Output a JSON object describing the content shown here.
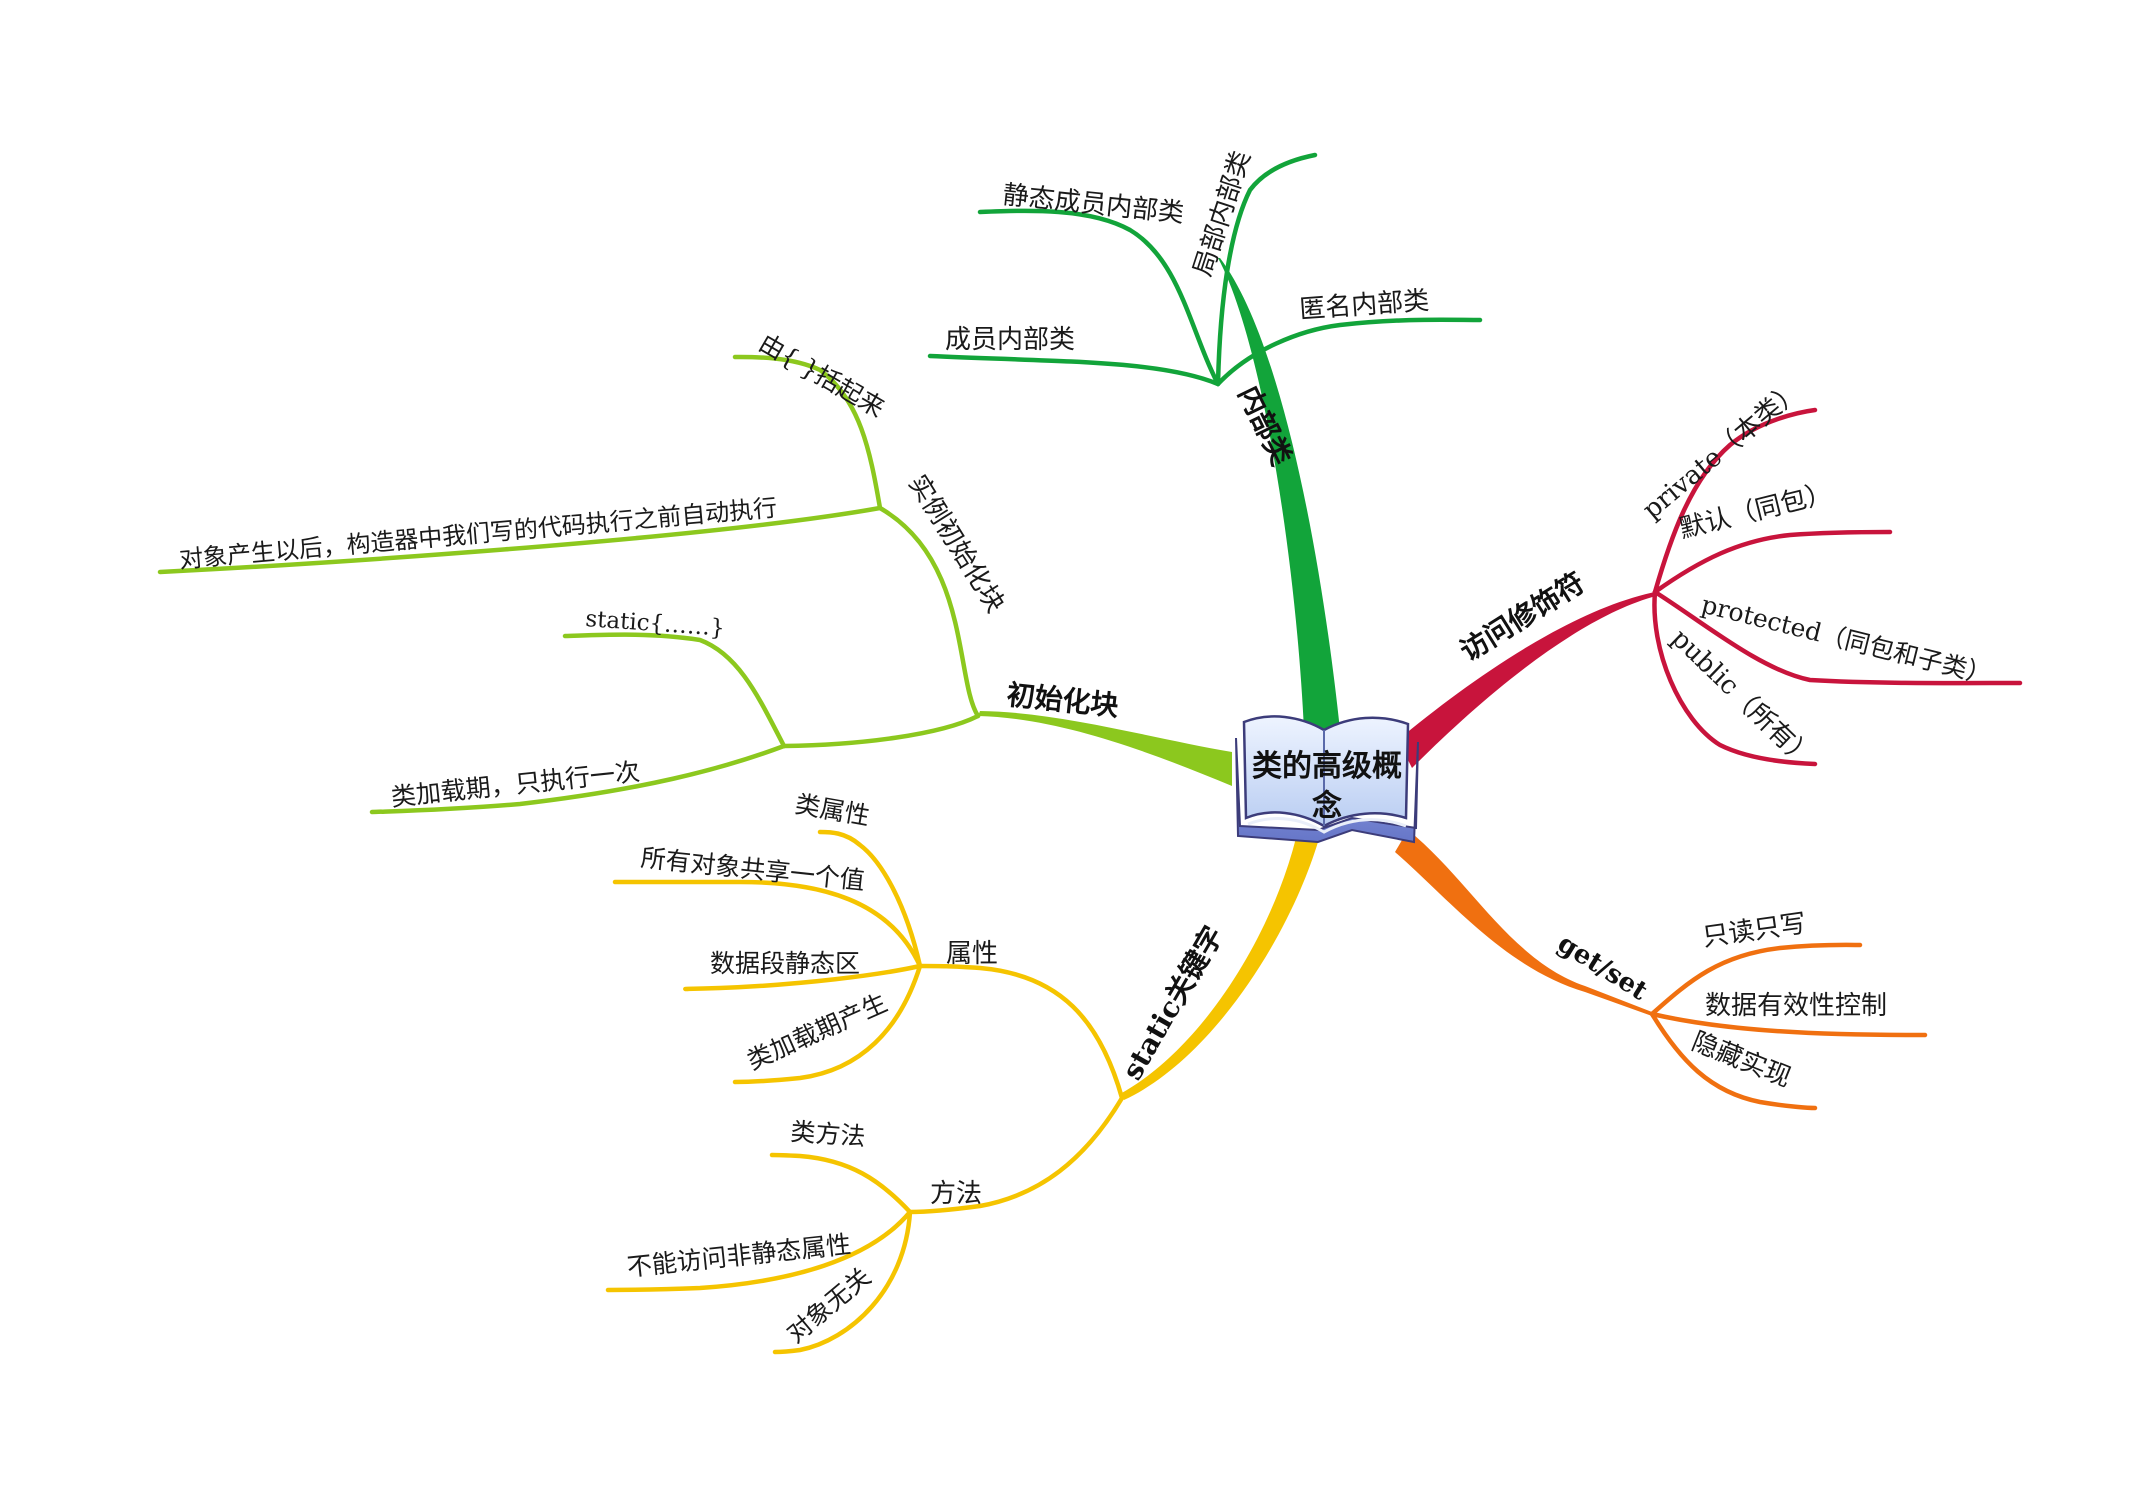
{
  "center": {
    "title_line1": "类的高级概",
    "title_line2": "念"
  },
  "branches": {
    "inner_class": {
      "label": "内部类",
      "color": "#12a43a",
      "children": {
        "member": "成员内部类",
        "static_member": "静态成员内部类",
        "local": "局部内部类",
        "anonymous": "匿名内部类"
      }
    },
    "access": {
      "label": "访问修饰符",
      "color": "#c8143c",
      "children": {
        "private": "private（本类）",
        "default": "默认（同包）",
        "protected": "protected（同包和子类）",
        "public": "public（所有）"
      }
    },
    "getset": {
      "label": "get/set",
      "color": "#f07010",
      "children": {
        "readonly": "只读只写",
        "validity": "数据有效性控制",
        "hide": "隐藏实现"
      }
    },
    "static_kw": {
      "label": "static关键字",
      "color": "#f5c400",
      "attr": {
        "label": "属性",
        "children": {
          "class_attr": "类属性",
          "shared": "所有对象共享一个值",
          "segment": "数据段静态区",
          "created": "类加载期产生"
        }
      },
      "method": {
        "label": "方法",
        "children": {
          "class_method": "类方法",
          "no_access": "不能访问非静态属性",
          "unrelated": "对象无关"
        }
      }
    },
    "init_block": {
      "label": "初始化块",
      "color": "#8cc81e",
      "instance": {
        "label": "实例初始化块",
        "children": {
          "braces": "由{ }括起来",
          "executed": "对象产生以后，构造器中我们写的代码执行之前自动执行"
        }
      },
      "static_block": {
        "code": "static{……}",
        "once": "类加载期，只执行一次"
      }
    }
  }
}
